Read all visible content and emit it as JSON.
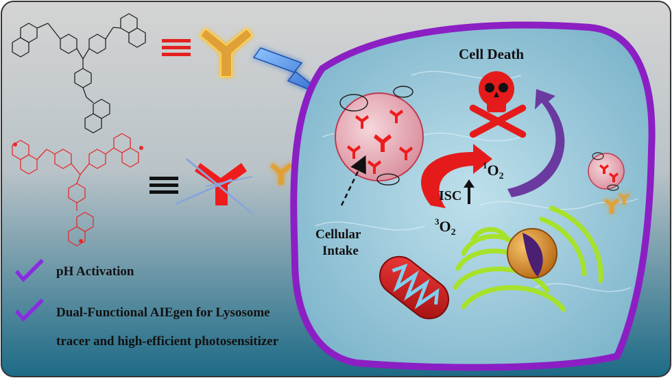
{
  "labels": {
    "cell_death": "Cell Death",
    "isc": "ISC",
    "singlet_oxygen_sup": "1",
    "singlet_oxygen_base": "O",
    "singlet_oxygen_sub": "2",
    "triplet_oxygen_sup": "3",
    "triplet_oxygen_base": "O",
    "triplet_oxygen_sub": "2",
    "cellular_intake_line1": "Cellular",
    "cellular_intake_line2": "Intake"
  },
  "features": [
    {
      "text": "pH Activation"
    },
    {
      "text": "Dual-Functional AIEgen for Lysosome"
    },
    {
      "text": "tracer and high-efficient photosensitizer"
    }
  ],
  "colors": {
    "background_top": "#c9c9c9",
    "background_bottom": "#1f6c88",
    "cell_membrane": "#8b1fc4",
    "cytoplasm": "#9cc9dc",
    "probe_protonated": "#ee1c1c",
    "probe_neutral": "#e0a037",
    "structure_neutral": "#222222",
    "structure_protonated": "#e52b2b",
    "checkmark": "#8a2be2",
    "lightning": "#3a7fe0"
  }
}
